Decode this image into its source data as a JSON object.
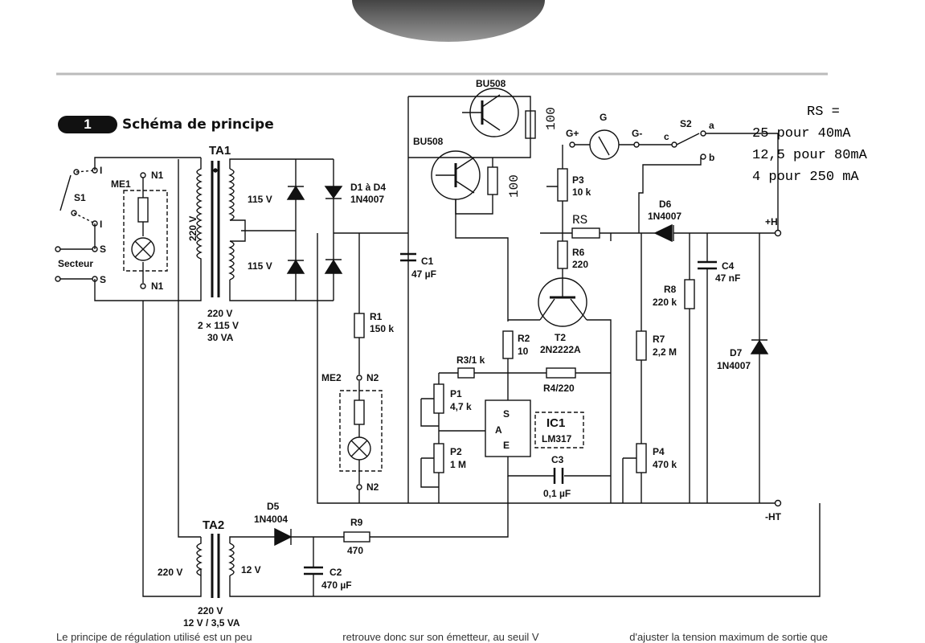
{
  "title": {
    "number": "1",
    "text": "Schéma de principe"
  },
  "note": {
    "line1": "RS =",
    "line2": "25 pour 40mA",
    "line3": "12,5 pour 80mA",
    "line4": "4 pour 250 mA"
  },
  "labels": {
    "ta1": "TA1",
    "ta1_220": "220 V",
    "ta1_115a": "115 V",
    "ta1_115b": "115 V",
    "ta1_s1": "220 V",
    "ta1_s2": "2 × 115 V",
    "ta1_s3": "30 VA",
    "d1d4": "D1 à D4",
    "d1d4_ref": "1N4007",
    "me1": "ME1",
    "n1a": "N1",
    "n1b": "N1",
    "s1": "S1",
    "i1": "I",
    "i2": "I",
    "sa": "S",
    "sb": "S",
    "secteur": "Secteur",
    "c1": "C1",
    "c1v": "47 µF",
    "bu508a": "BU508",
    "bu508b": "BU508",
    "r100a": "100",
    "r100b": "100",
    "g": "G",
    "gp": "G+",
    "gm": "G-",
    "s2": "S2",
    "a": "a",
    "b": "b",
    "c": "c",
    "p3": "P3",
    "p3v": "10 k",
    "rs": "RS",
    "d6": "D6",
    "d6ref": "1N4007",
    "plus": "+H",
    "c4": "C4",
    "c4v": "47 nF",
    "r8": "R8",
    "r8v": "220 k",
    "r6": "R6",
    "r6v": "220",
    "t2": "T2",
    "t2ref": "2N2222A",
    "r1": "R1",
    "r1v": "150 k",
    "r2": "R2",
    "r2v": "10",
    "r3": "R3/1 k",
    "r4": "R4/220",
    "r7": "R7",
    "r7v": "2,2 M",
    "d7": "D7",
    "d7ref": "1N4007",
    "me2": "ME2",
    "n2a": "N2",
    "n2b": "N2",
    "p1": "P1",
    "p1v": "4,7 k",
    "p2": "P2",
    "p2v": "1 M",
    "ic1": "IC1",
    "ic1ref": "LM317",
    "pinS": "S",
    "pinA": "A",
    "pinE": "E",
    "c3": "C3",
    "c3v": "0,1 µF",
    "p4": "P4",
    "p4v": "470 k",
    "minus": "-HT",
    "ta2": "TA2",
    "ta2_220": "220 V",
    "ta2_12": "12 V",
    "ta2_s1": "220 V",
    "ta2_s2": "12 V / 3,5 VA",
    "d5": "D5",
    "d5ref": "1N4004",
    "r9": "R9",
    "r9v": "470",
    "c2": "C2",
    "c2v": "470 µF"
  },
  "bottom_text": {
    "col1": "Le principe de régulation utilisé est un peu",
    "col2": "retrouve donc sur son émetteur, au seuil V",
    "col3": "d'ajuster la tension maximum de sortie que"
  }
}
